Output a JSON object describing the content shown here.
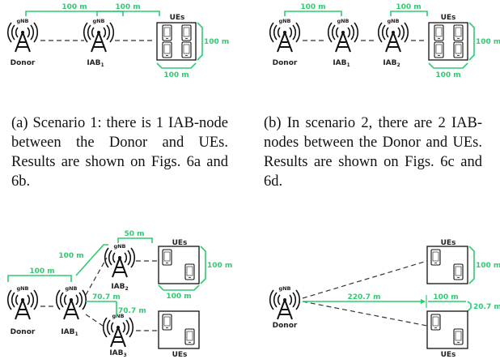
{
  "colors": {
    "measure": "#2ecc71",
    "line": "#333333"
  },
  "icons": {
    "gnb": "gnb-antenna-icon",
    "ue": "phone-icon"
  },
  "scenario_a": {
    "gnb_tag": "gNB",
    "donor": "Donor",
    "iab1": "IAB",
    "iab1_sub": "1",
    "ues": "UEs",
    "d_top1": "100 m",
    "d_top2": "100 m",
    "d_right": "100 m",
    "d_bottom": "100 m"
  },
  "scenario_b": {
    "gnb_tag": "gNB",
    "donor": "Donor",
    "iab1": "IAB",
    "iab1_sub": "1",
    "iab2": "IAB",
    "iab2_sub": "2",
    "ues": "UEs",
    "d_top1": "100 m",
    "d_top2": "100 m",
    "d_right": "100 m",
    "d_bottom": "100 m"
  },
  "scenario_c": {
    "gnb_tag": "gNB",
    "donor": "Donor",
    "iab1": "IAB",
    "iab1_sub": "1",
    "iab2": "IAB",
    "iab2_sub": "2",
    "iab3": "IAB",
    "iab3_sub": "3",
    "ues_top": "UEs",
    "ues_bottom": "UEs",
    "d_donor_iab1": "100 m",
    "d_iab1_iab2": "100 m",
    "d_50": "50 m",
    "d_right": "100 m",
    "d_bottom": "100 m",
    "d_70a": "70.7 m",
    "d_70b": "70.7 m"
  },
  "scenario_d": {
    "gnb_tag": "gNB",
    "donor": "Donor",
    "ues_top": "UEs",
    "ues_bottom": "UEs",
    "d_220": "220.7 m",
    "d_100": "100 m",
    "d_right": "100 m",
    "d_20": "20.7 m"
  },
  "captions": {
    "a": "(a) Scenario 1: there is 1 IAB-node between the Donor and UEs. Results are shown on Figs. 6a and 6b.",
    "b": "(b) In scenario 2, there are 2 IAB-nodes between the Donor and UEs. Results are shown on Figs. 6c and 6d."
  }
}
